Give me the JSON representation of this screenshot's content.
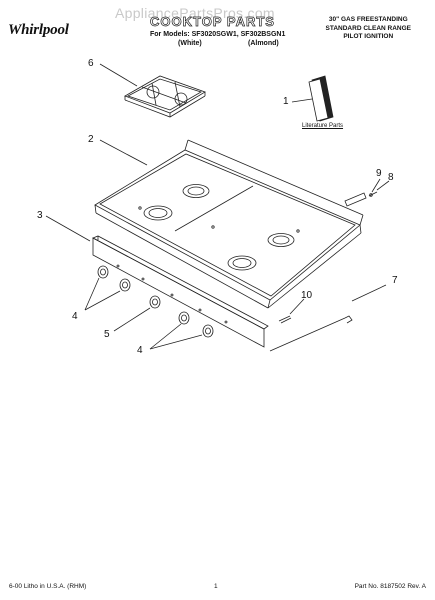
{
  "header": {
    "brand": "Whirlpool",
    "watermark": "AppliancePartsPros.com",
    "title": "COOKTOP PARTS",
    "models_line1": "For Models: SF3020SGW1, SF302BSGN1",
    "models_white": "(White)",
    "models_almond": "(Almond)",
    "range_line1": "30\" GAS FREESTANDING",
    "range_line2": "STANDARD CLEAN RANGE",
    "range_line3": "PILOT IGNITION"
  },
  "callouts": {
    "c1": "1",
    "c2": "2",
    "c3": "3",
    "c4a": "4",
    "c4b": "4",
    "c5": "5",
    "c6": "6",
    "c7": "7",
    "c8": "8",
    "c9": "9",
    "c10": "10"
  },
  "literature_label": "Literature Parts",
  "footer": {
    "left": "6-00 Litho in U.S.A. (RHM)",
    "center": "1",
    "right": "Part No. 8187502 Rev. A"
  },
  "colors": {
    "line": "#222222",
    "outline_text": "#222222"
  }
}
